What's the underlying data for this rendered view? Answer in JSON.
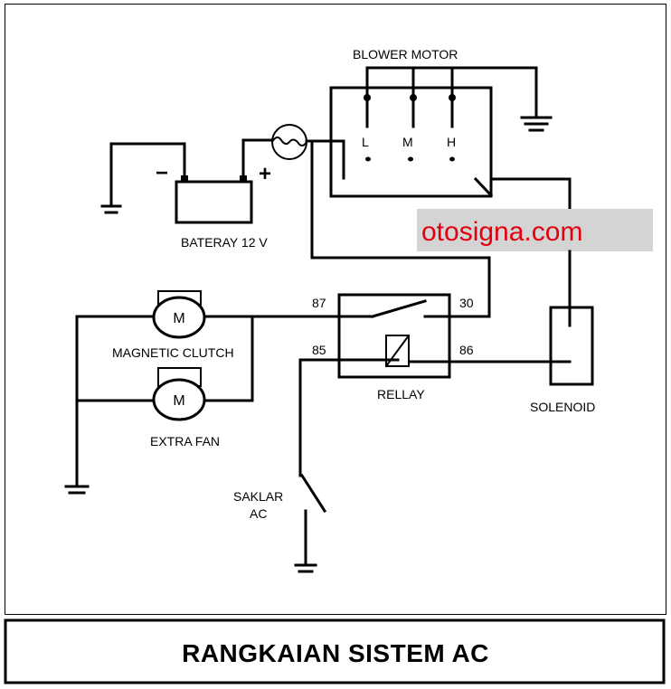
{
  "labels": {
    "blower_motor": "BLOWER MOTOR",
    "speed_low": "L",
    "speed_med": "M",
    "speed_high": "H",
    "battery": "BATERAY 12 V",
    "battery_neg": "−",
    "battery_pos": "+",
    "magnetic_clutch": "MAGNETIC CLUTCH",
    "extra_fan": "EXTRA FAN",
    "motor_symbol": "M",
    "relay": "RELLAY",
    "pin_87": "87",
    "pin_30": "30",
    "pin_85": "85",
    "pin_86": "86",
    "solenoid": "SOLENOID",
    "switch_line1": "SAKLAR",
    "switch_line2": "AC"
  },
  "watermark": "otosigna.com",
  "title": "RANGKAIAN SISTEM AC",
  "colors": {
    "watermark_text": "#e3000f",
    "watermark_bg": "#d4d4d4",
    "line": "#000000"
  }
}
